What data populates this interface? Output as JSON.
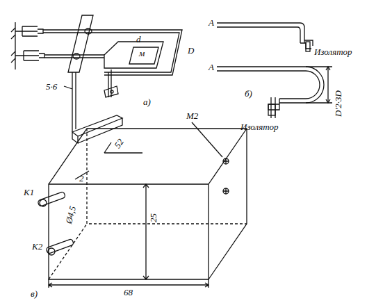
{
  "diagram": {
    "labels": [
      "5·6",
      "d",
      "м",
      "D",
      "а)",
      "А",
      "Изолятор",
      "А",
      "Изолятор",
      "б)",
      "D'2·3D",
      "M2",
      "К1",
      "2",
      "52",
      "25",
      "К2",
      "Ø4,5",
      "68",
      "в)"
    ]
  }
}
